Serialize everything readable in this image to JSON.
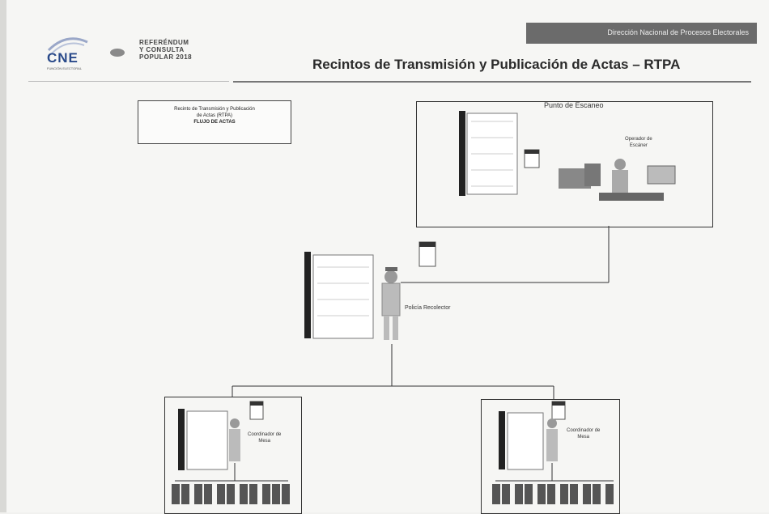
{
  "header": {
    "logo_text": "CNE",
    "logo_subtitle": "FUNCIÓN ELECTORAL",
    "referendum_title": [
      "REFERÉNDUM",
      "Y CONSULTA",
      "POPULAR 2018"
    ],
    "department": "Dirección Nacional de Procesos Electorales",
    "title": "Recintos de Transmisión y Publicación de Actas – RTPA"
  },
  "legend": {
    "line1": "Recinto de Transmisión y Publicación",
    "line2": "de Actas (RTPA)",
    "line3": "FLUJO DE ACTAS"
  },
  "nodes": {
    "scan_point": "Punto de Escaneo",
    "scanner_operator_1": "Operador de",
    "scanner_operator_2": "Escáner",
    "collector": "Policía Recolector",
    "coord_left_1": "Coordinador de",
    "coord_left_2": "Mesa",
    "coord_right_1": "Coordinador de",
    "coord_right_2": "Mesa"
  }
}
